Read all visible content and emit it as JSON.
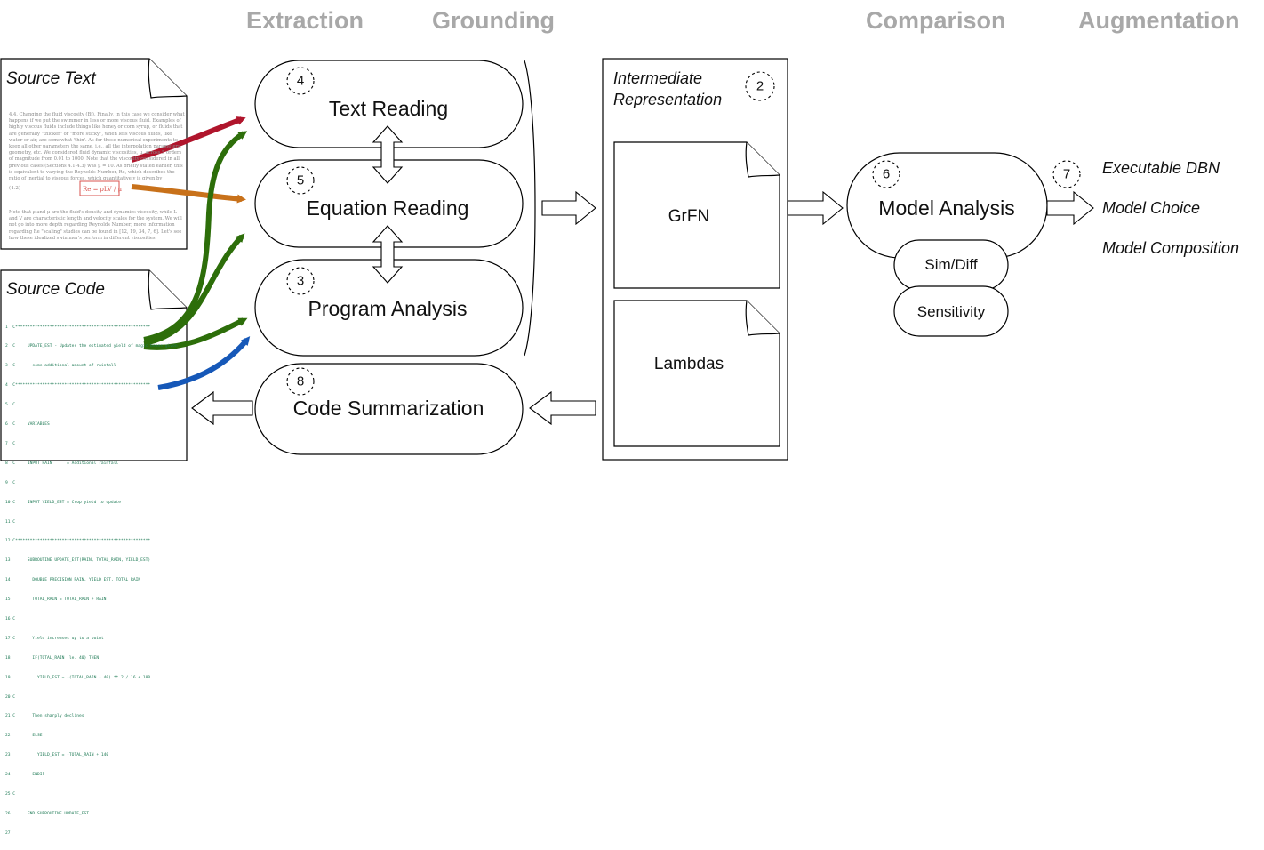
{
  "stages": {
    "extraction": "Extraction",
    "grounding": "Grounding",
    "comparison": "Comparison",
    "augmentation": "Augmentation"
  },
  "source_text": {
    "title": "Source Text",
    "para1": "4.4. Changing the fluid viscosity (Bi). Finally, in this case we consider what happens if we put the swimmer in less or more viscous fluid. Examples of highly viscous fluids include things like honey or corn syrup, or fluids that are generally \"thicker\" or \"more sticky\", when less viscous fluids, like water or air, are somewhat 'thin'. As for these numerical experiments to keep all other parameters the same, i.e., all the interpolation parameters, geometry, etc. We considered fluid dynamic viscosities, μ, across 5 orders of magnitude from 0.01 to 1000. Note that the viscosity considered in all previous cases (Sections 4.1-4.3) was μ = 10. As briefly stated earlier, this is equivalent to varying the Reynolds Number, Re, which describes the ratio of inertial to viscous forces, which quantitatively is given by",
    "eq_label": "(4.2)",
    "para2": "Note that ρ and μ are the fluid's density and dynamics viscosity, while L and V are characteristic length and velocity scales for the system. We will not go into more depth regarding Reynolds Number; more information regarding Re \"scaling\" studies can be found in [12, 19, 34, 7, 6]. Let's see how these idealized swimmer's perform in different viscosities!"
  },
  "source_code": {
    "title": "Source Code",
    "lines": [
      "1  C*******************************************************",
      "2  C     UPDATE_EST - Updates the estimated yield of magic beans given",
      "3  C       some additional amount of rainfall",
      "4  C*******************************************************",
      "5  C",
      "6  C     VARIABLES",
      "7  C",
      "8  C     INPUT RAIN      = Additional rainfall",
      "9  C",
      "10 C     INPUT YIELD_EST = Crop yield to update",
      "11 C",
      "12 C*******************************************************",
      "13       SUBROUTINE UPDATE_EST(RAIN, TOTAL_RAIN, YIELD_EST)",
      "14         DOUBLE PRECISION RAIN, YIELD_EST, TOTAL_RAIN",
      "15         TOTAL_RAIN = TOTAL_RAIN + RAIN",
      "16 C",
      "17 C       Yield increases up to a point",
      "18         IF(TOTAL_RAIN .le. 40) THEN",
      "19           YIELD_EST = -(TOTAL_RAIN - 40) ** 2 / 16 + 100",
      "20 C",
      "21 C       Then sharply declines",
      "22         ELSE",
      "23           YIELD_EST = -TOTAL_RAIN + 140",
      "24         ENDIF",
      "25 C",
      "26       END SUBROUTINE UPDATE_EST",
      "27"
    ]
  },
  "modules": {
    "text_reading": {
      "label": "Text Reading",
      "num": "4"
    },
    "equation_reading": {
      "label": "Equation Reading",
      "num": "5"
    },
    "program_analysis": {
      "label": "Program Analysis",
      "num": "3"
    },
    "code_summarization": {
      "label": "Code Summarization",
      "num": "8"
    }
  },
  "intermediate": {
    "title_line1": "Intermediate",
    "title_line2": "Representation",
    "num": "2",
    "grfn": "GrFN",
    "lambdas": "Lambdas"
  },
  "model_analysis": {
    "label": "Model Analysis",
    "num": "6",
    "sim_diff": "Sim/Diff",
    "sensitivity": "Sensitivity"
  },
  "outputs": {
    "num": "7",
    "items": [
      "Executable DBN",
      "Model Choice",
      "Model Composition"
    ]
  },
  "colors": {
    "red_arrow": "#b0152c",
    "orange_arrow": "#c8711a",
    "green_arrow": "#2d6e0a",
    "blue_arrow": "#1658b8",
    "stage_label": "#a8a8a8",
    "code_text": "#1e7a55",
    "equation_box": "#d9534f"
  }
}
